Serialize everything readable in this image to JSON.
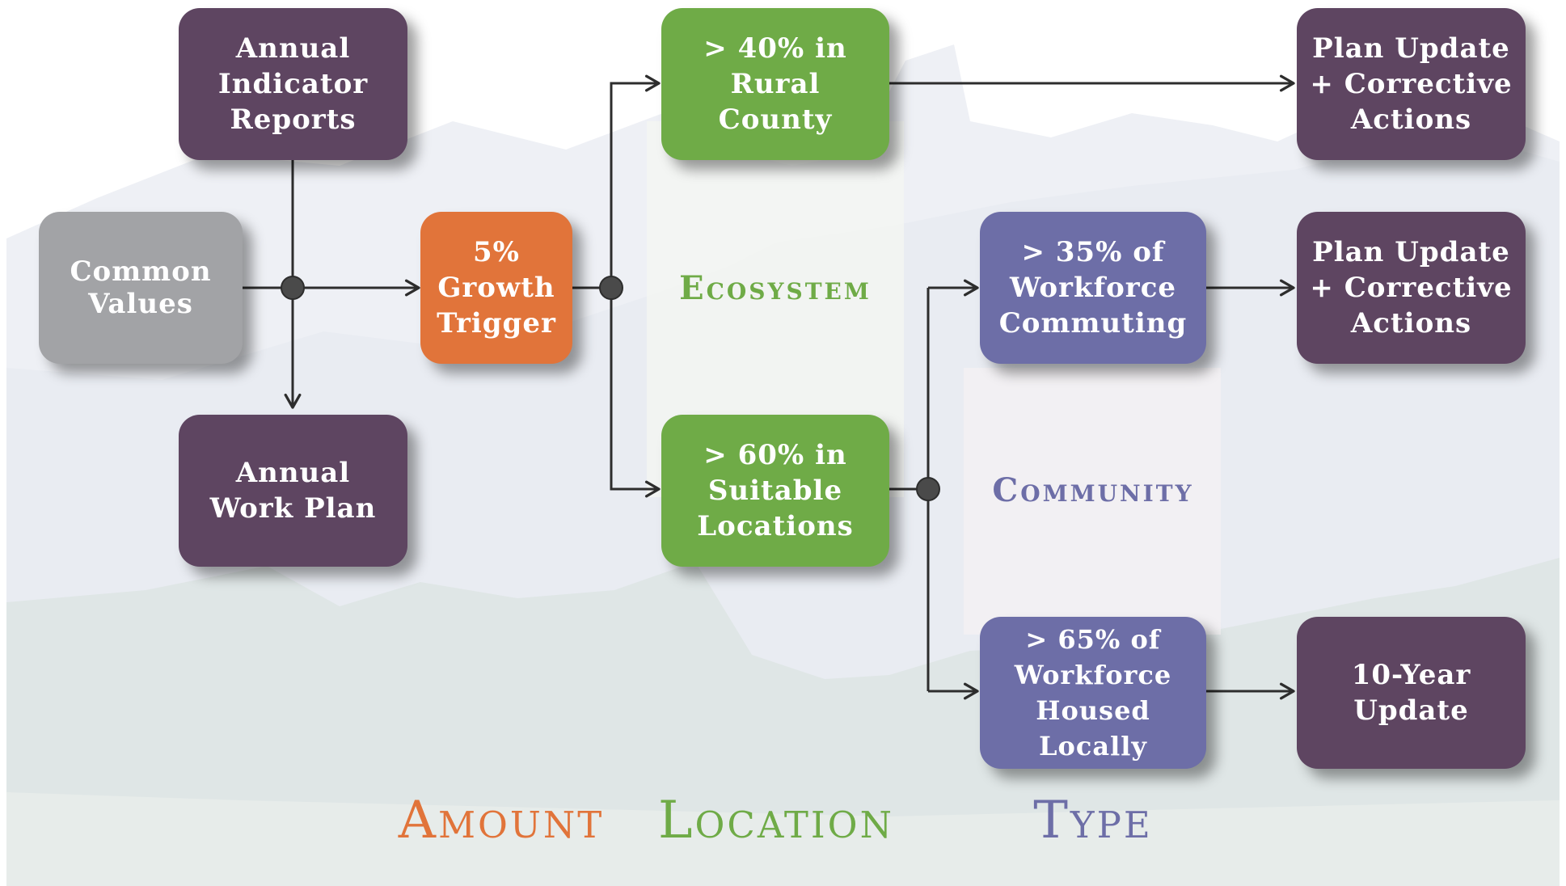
{
  "boxes": {
    "indicator": "Annual\nIndicator\nReports",
    "common": "Common\nValues",
    "workplan": "Annual\nWork Plan",
    "growth": "5%\nGrowth\nTrigger",
    "rural": "> 40% in\nRural County",
    "suitable": "> 60% in\nSuitable\nLocations",
    "commuting": "> 35% of\nWorkforce\nCommuting",
    "housed": "> 65% of\nWorkforce\nHoused Locally",
    "plan_update_1": "Plan Update\n+ Corrective\nActions",
    "plan_update_2": "Plan Update\n+ Corrective\nActions",
    "ten_year": "10-Year\nUpdate"
  },
  "bands": {
    "ecosystem": "Ecosystem",
    "community": "Community"
  },
  "columns": {
    "amount": "Amount",
    "location": "Location",
    "type": "Type"
  },
  "colors": {
    "purple": "#5e4561",
    "gray": "#a2a3a6",
    "orange": "#e1743a",
    "green": "#6fab47",
    "violet": "#6d6ea7",
    "connector": "#2d2d2d",
    "junction": "#4a4a4a",
    "amount_text": "#e1743a",
    "location_text": "#6fab47",
    "type_text": "#6d6ea7"
  }
}
